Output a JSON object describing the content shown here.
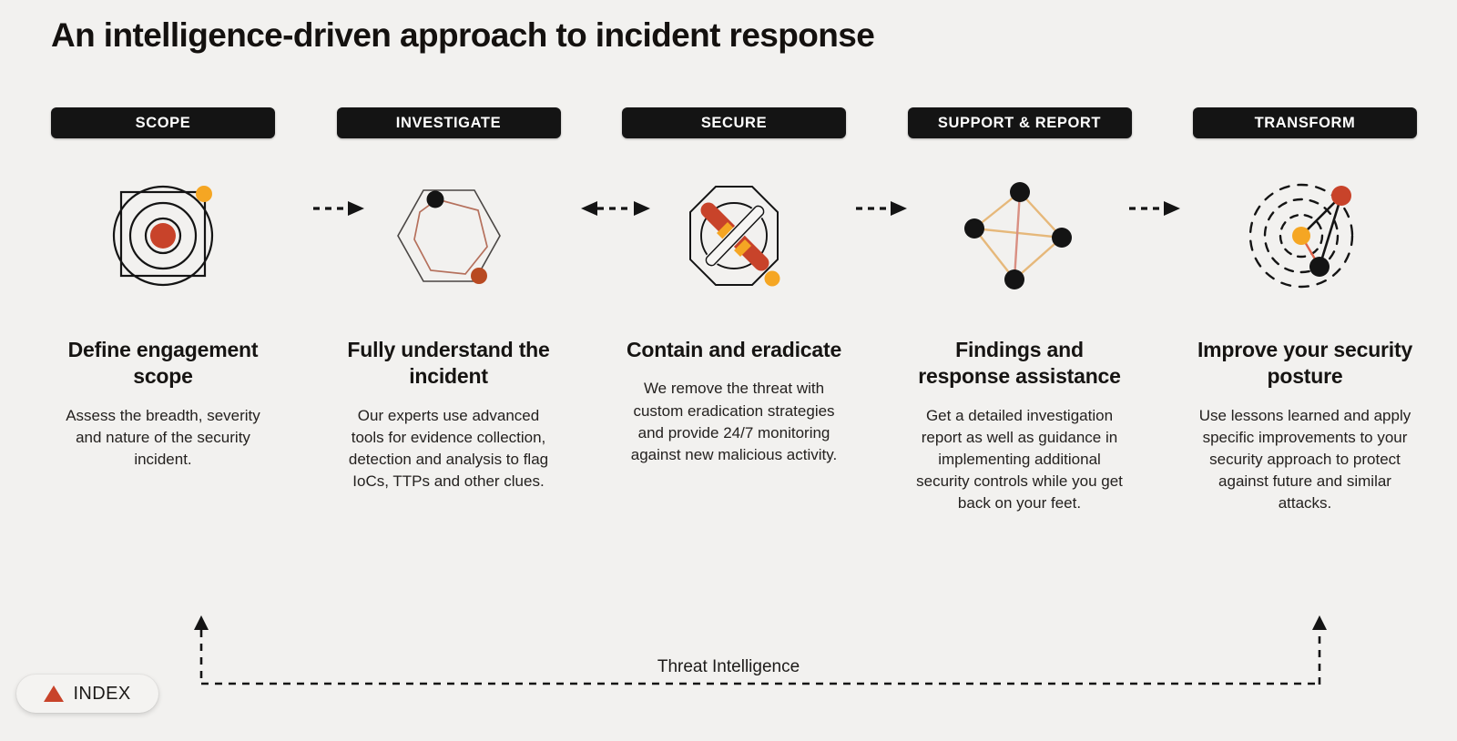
{
  "page": {
    "title": "An intelligence-driven approach to incident response",
    "background_color": "#f2f1ef"
  },
  "colors": {
    "accent_red": "#c8432a",
    "accent_orange": "#e8541f",
    "accent_yellow": "#f5a623",
    "ink": "#141414",
    "line_tan": "#e6b87a"
  },
  "stages": [
    {
      "pill_label": "SCOPE",
      "icon_name": "target-square-icon",
      "heading": "Define engagement scope",
      "body": "Assess the breadth, severity and nature of the security incident."
    },
    {
      "pill_label": "INVESTIGATE",
      "icon_name": "hexagon-heptagon-icon",
      "heading": "Fully understand the incident",
      "body": "Our experts use advanced tools for evidence collection, detection and analysis to flag IoCs, TTPs and other clues."
    },
    {
      "pill_label": "SECURE",
      "icon_name": "octagon-blocked-icon",
      "heading": "Contain and eradicate",
      "body": "We remove the threat with custom eradication strategies and provide 24/7 monitoring against new malicious activity."
    },
    {
      "pill_label": "SUPPORT & REPORT",
      "icon_name": "network-nodes-icon",
      "heading": "Findings and response assistance",
      "body": "Get a detailed investigation report as well as guidance in implementing additional security controls while you get back on your feet."
    },
    {
      "pill_label": "TRANSFORM",
      "icon_name": "radar-nodes-icon",
      "heading": "Improve your security posture",
      "body": "Use lessons learned and apply specific improvements to your security approach to protect against future and similar attacks."
    }
  ],
  "connectors": [
    {
      "name": "connector-scope-to-investigate",
      "direction": "right"
    },
    {
      "name": "connector-investigate-to-secure",
      "direction": "both"
    },
    {
      "name": "connector-secure-to-support",
      "direction": "right"
    },
    {
      "name": "connector-support-to-transform",
      "direction": "right"
    }
  ],
  "footer": {
    "bracket_label": "Threat Intelligence"
  },
  "index_chip": {
    "label": "INDEX",
    "icon_name": "triangle-up-icon"
  }
}
